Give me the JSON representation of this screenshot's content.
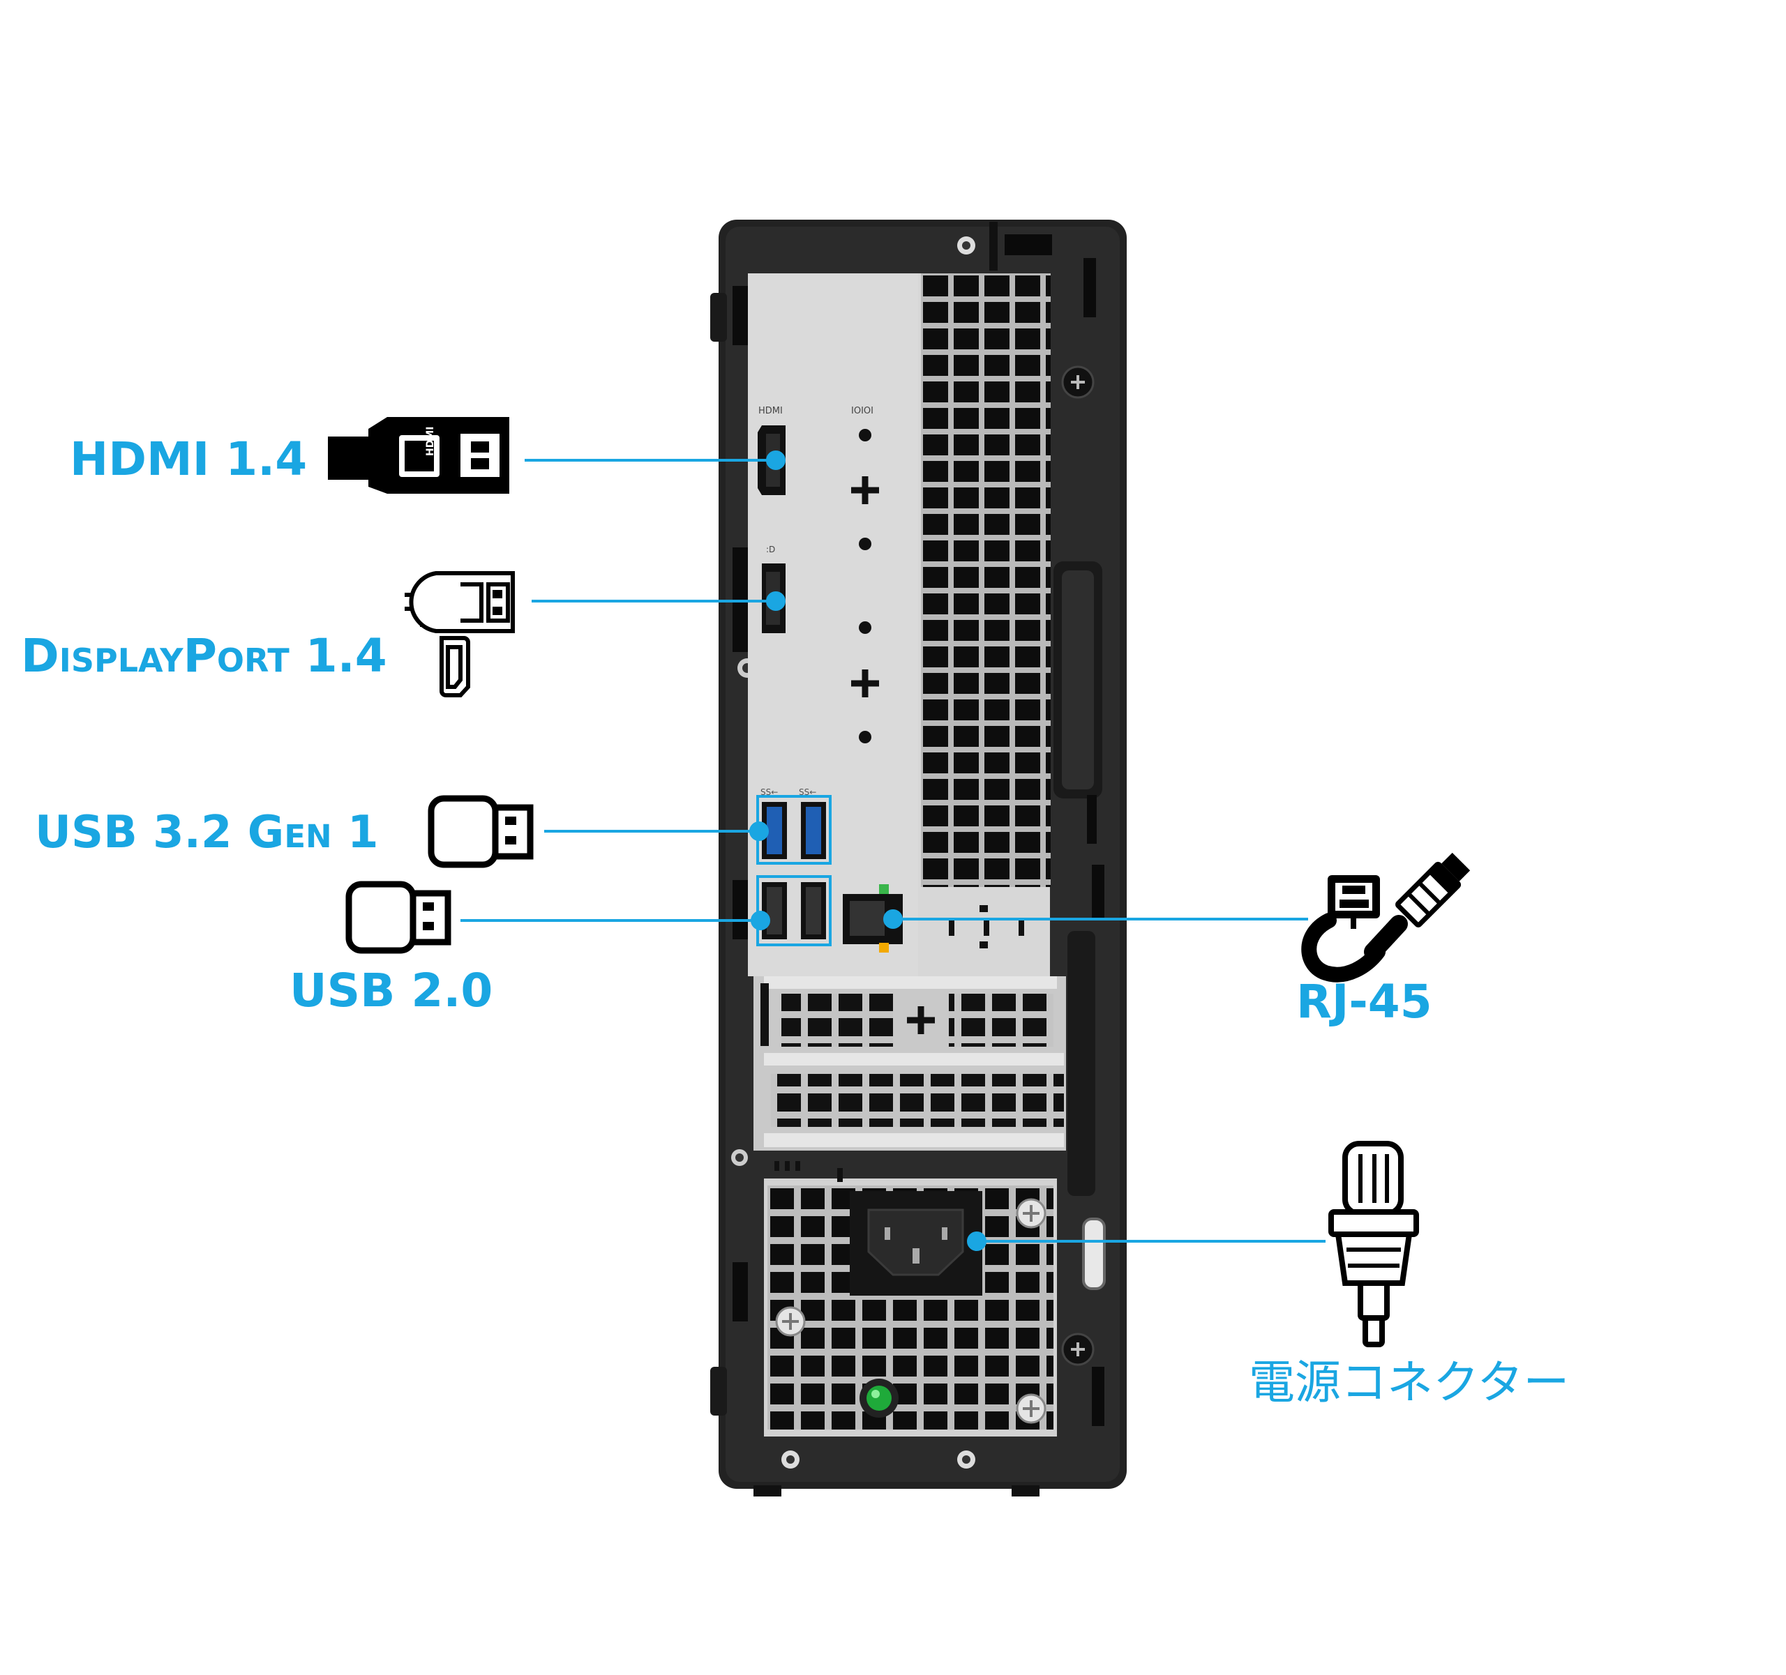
{
  "labels": {
    "hdmi": "HDMI 1.4",
    "displayport": "DisplayPort 1.4",
    "usb32": "USB 3.2 Gen 1",
    "usb20": "USB 2.0",
    "rj45": "RJ-45",
    "power": "電源コネクター"
  },
  "panel": {
    "hdmi_mark": "HDMI",
    "serial_mark": "IOIOI",
    "ss_mark": "SS←"
  },
  "colors": {
    "accent": "#1aa6e2",
    "chassis": "#202020",
    "panel": "#d6d6d6",
    "usb3_port": "#1f5fb4",
    "power_led": "#1faa3a"
  },
  "icons": {
    "hdmi": "hdmi-plug-icon",
    "displayport": "displayport-plug-icon",
    "usb32": "usb-plug-icon",
    "usb20": "usb-plug-icon",
    "rj45": "ethernet-cable-icon",
    "power": "power-plug-icon"
  }
}
